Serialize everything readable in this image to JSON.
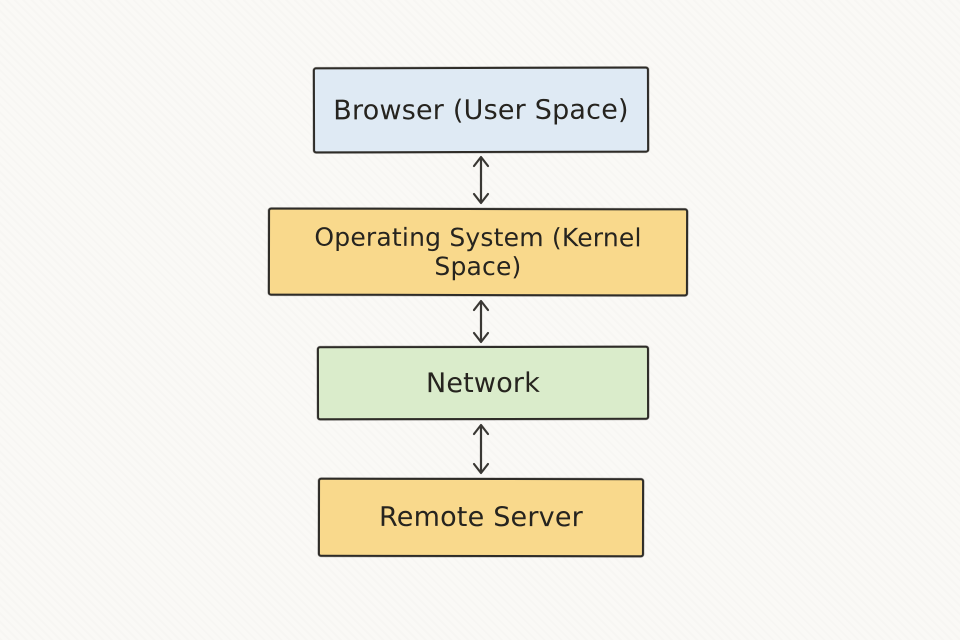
{
  "canvas": {
    "background_color": "#faf9f6",
    "text_color": "#26241f",
    "stroke_color": "#2e2c28"
  },
  "diagram": {
    "type": "vertical-flow-stack",
    "nodes": [
      {
        "id": "browser",
        "label": "Browser (User Space)",
        "fill": "#dfeaf4"
      },
      {
        "id": "os",
        "label": "Operating System (Kernel Space)",
        "fill": "#f9d98c"
      },
      {
        "id": "network",
        "label": "Network",
        "fill": "#daeccb"
      },
      {
        "id": "server",
        "label": "Remote Server",
        "fill": "#f9d98c"
      }
    ],
    "connectors": [
      {
        "from": "browser",
        "to": "os",
        "style": "double-headed-arrow",
        "color": "#3a3834"
      },
      {
        "from": "os",
        "to": "network",
        "style": "double-headed-arrow",
        "color": "#3a3834"
      },
      {
        "from": "network",
        "to": "server",
        "style": "double-headed-arrow",
        "color": "#3a3834"
      }
    ]
  }
}
